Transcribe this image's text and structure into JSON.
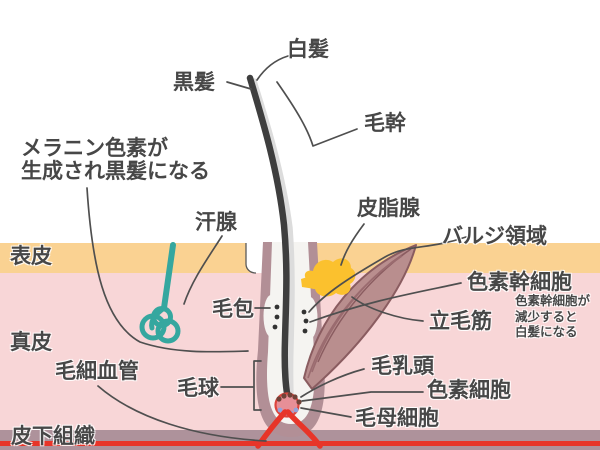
{
  "diagram_subject": "hair-follicle-gray-hair-mechanism",
  "labels": {
    "white_hair": "白髪",
    "black_hair": "黒髪",
    "hair_shaft": "毛幹",
    "melanin_note_line1": "メラニン色素が",
    "melanin_note_line2": "生成され黒髪になる",
    "sweat_gland": "汗腺",
    "sebaceous_gland": "皮脂腺",
    "bulge_region": "バルジ領域",
    "epidermis": "表皮",
    "pigment_stem_cell": "色素幹細胞",
    "stem_cell_note_line1": "色素幹細胞が",
    "stem_cell_note_line2": "減少すると",
    "stem_cell_note_line3": "白髪になる",
    "hair_follicle": "毛包",
    "arrector_pili_muscle": "立毛筋",
    "dermis": "真皮",
    "capillary": "毛細血管",
    "hair_bulb": "毛球",
    "hair_papilla": "毛乳頭",
    "pigment_cell": "色素細胞",
    "hair_matrix_cell": "毛母細胞",
    "subcutaneous_tissue": "皮下組織"
  },
  "colors": {
    "background": "#FFFFFF",
    "epidermis_band": "#FAD292",
    "dermis_band": "#F8D6D7",
    "subcutaneous_band": "#AE929B",
    "capillary_red": "#E73529",
    "sweat_gland_teal": "#35A79F",
    "sebaceous_yellow": "#FBC12E",
    "follicle_sheath": "#B28F96",
    "follicle_inner": "#F5F4F1",
    "muscle_fill": "#B98E8E",
    "muscle_outline": "#8A5C60",
    "hair_black": "#3E3E3E",
    "hair_white": "#DCDCDC",
    "papilla_pink": "#E78F97",
    "papilla_outline": "#DC453C",
    "pigment_dot_brown": "#6F4238",
    "matrix_dot_blue": "#93A3DA",
    "stem_cell_dot_black": "#333333",
    "label_text": "#474747",
    "leader_line": "#4F4F4F"
  }
}
